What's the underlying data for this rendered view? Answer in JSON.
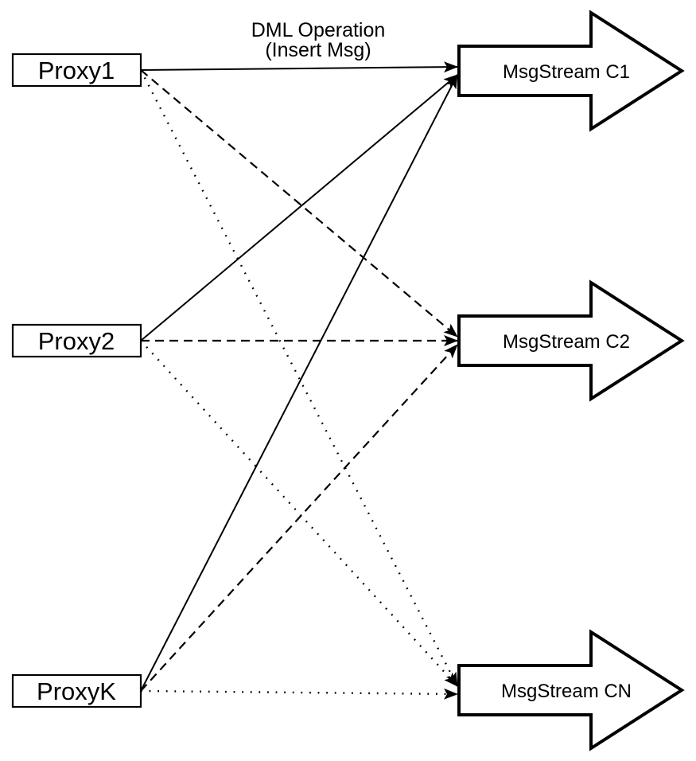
{
  "title": {
    "line1": "DML Operation",
    "line2": "(Insert Msg)"
  },
  "proxies": [
    {
      "id": "proxy1",
      "label": "Proxy1"
    },
    {
      "id": "proxy2",
      "label": "Proxy2"
    },
    {
      "id": "proxyk",
      "label": "ProxyK"
    }
  ],
  "streams": [
    {
      "id": "c1",
      "label": "MsgStream C1"
    },
    {
      "id": "c2",
      "label": "MsgStream C2"
    },
    {
      "id": "cn",
      "label": "MsgStream CN"
    }
  ],
  "edges": [
    {
      "from": "proxy1",
      "to": "c1",
      "style": "solid"
    },
    {
      "from": "proxy1",
      "to": "c2",
      "style": "dashed"
    },
    {
      "from": "proxy1",
      "to": "cn",
      "style": "dotted"
    },
    {
      "from": "proxy2",
      "to": "c1",
      "style": "solid"
    },
    {
      "from": "proxy2",
      "to": "c2",
      "style": "dashed"
    },
    {
      "from": "proxy2",
      "to": "cn",
      "style": "dotted"
    },
    {
      "from": "proxyk",
      "to": "c1",
      "style": "solid"
    },
    {
      "from": "proxyk",
      "to": "c2",
      "style": "dashed"
    },
    {
      "from": "proxyk",
      "to": "cn",
      "style": "dotted"
    }
  ],
  "colors": {
    "stroke": "#000000",
    "fill": "#ffffff",
    "background": "#ffffff"
  }
}
